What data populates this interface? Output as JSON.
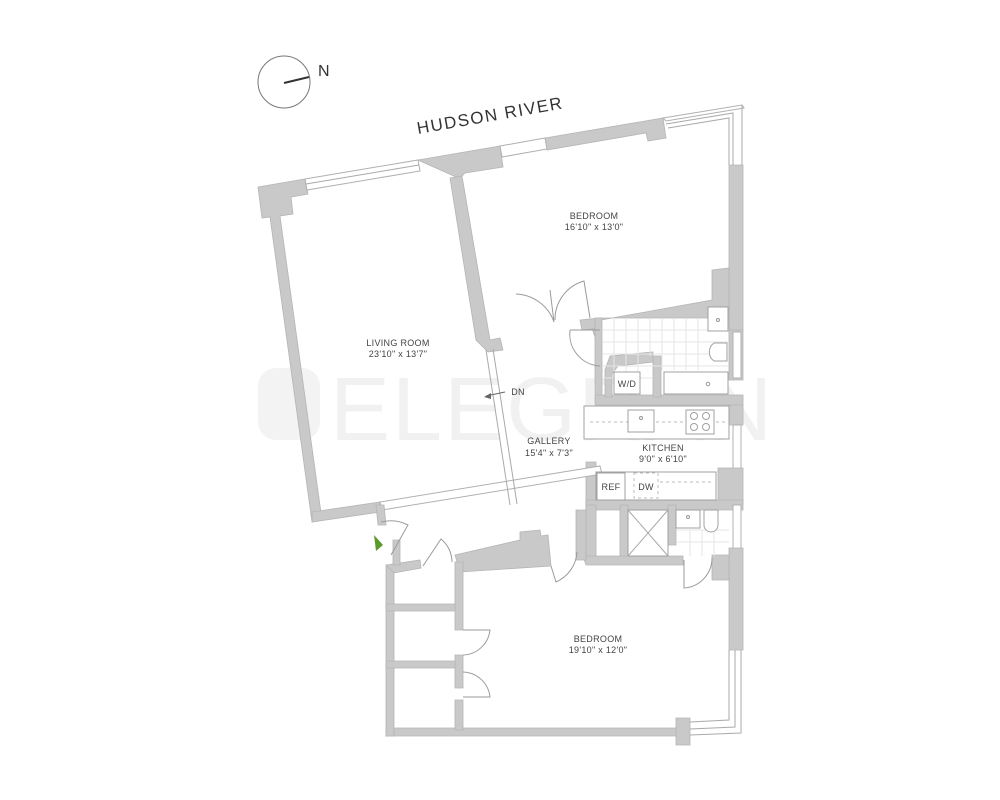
{
  "compass": {
    "label": "N"
  },
  "landmark": {
    "label": "HUDSON RIVER"
  },
  "watermark": {
    "text": "ELEGRAN"
  },
  "rooms": {
    "living_room": {
      "name": "LIVING ROOM",
      "dimensions": "23'10\" x 13'7\""
    },
    "bedroom_north": {
      "name": "BEDROOM",
      "dimensions": "16'10\" x 13'0\""
    },
    "gallery": {
      "name": "GALLERY",
      "dimensions": "15'4\" x 7'3\""
    },
    "kitchen": {
      "name": "KITCHEN",
      "dimensions": "9'0\" x 6'10\""
    },
    "bedroom_south": {
      "name": "BEDROOM",
      "dimensions": "19'10\" x 12'0\""
    }
  },
  "annotations": {
    "stairs_down": "DN",
    "washer_dryer": "W/D",
    "refrigerator": "REF",
    "dishwasher": "DW"
  },
  "colors": {
    "wall": "#c9c9c9",
    "entry_marker": "#5a9a2a"
  }
}
